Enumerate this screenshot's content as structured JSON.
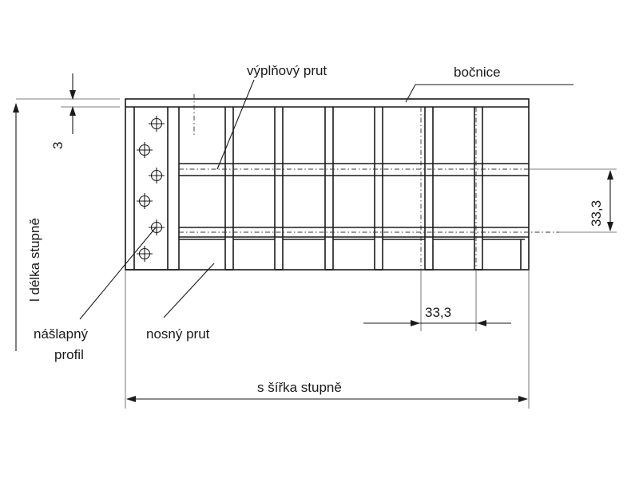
{
  "labels": {
    "filler_bar": "výplňový prut",
    "side_member": "bočnice",
    "step_length": "l  délka stupně",
    "thickness": "3",
    "pitch_vertical": "33,3",
    "pitch_horizontal": "33,3",
    "nosing_line1": "nášlapný",
    "nosing_line2": "profil",
    "bearing_bar": "nosný prut",
    "step_width": "s  šířka stupně"
  },
  "colors": {
    "ink": "#1a1a1a",
    "paper": "#ffffff"
  },
  "icons": {
    "bolt": "crosshair-bolt-icon"
  }
}
